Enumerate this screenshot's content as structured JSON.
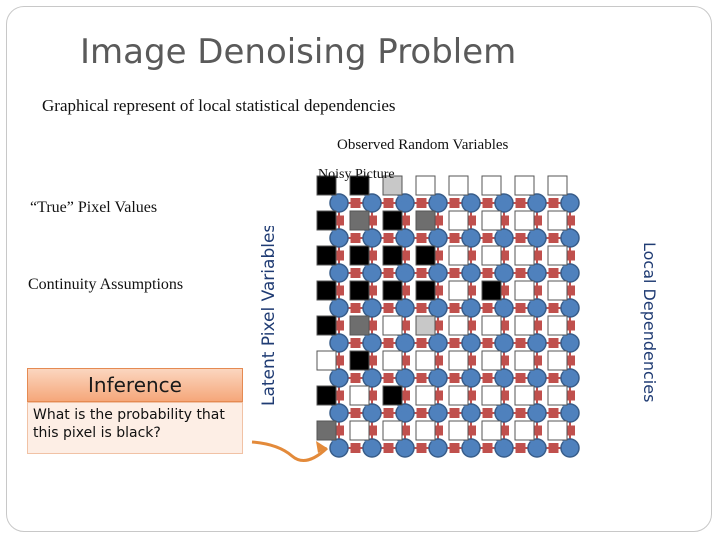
{
  "slide": {
    "title": "Image Denoising Problem",
    "subtitle": "Graphical represent of local statistical dependencies",
    "observed_label": "Observed Random Variables",
    "noisy_label": "Noisy Picture",
    "true_label": "“True” Pixel Values",
    "continuity_label": "Continuity Assumptions",
    "latent_label": "Latent Pixel Variables",
    "local_label": "Local Dependencies",
    "inference_title": "Inference",
    "inference_question": "What is the probability that this pixel is black?"
  },
  "colors": {
    "node_fill": "#4f81bd",
    "node_stroke": "#385d8a",
    "factor_fill": "#c0504d",
    "edge": "#4f81bd",
    "arrow": "#e38a3a",
    "black_pixel": "#000000",
    "gray_pixel": "#6e6e6e",
    "light_pixel": "#c8c8c8",
    "white_pixel": "#ffffff"
  },
  "grid": {
    "rows": 8,
    "cols": 8,
    "observed_shades": [
      [
        "black",
        "black",
        "light",
        "white",
        "white",
        "white",
        "white",
        "white"
      ],
      [
        "black",
        "gray",
        "black",
        "gray",
        "white",
        "white",
        "white",
        "white"
      ],
      [
        "black",
        "black",
        "black",
        "black",
        "white",
        "white",
        "white",
        "white"
      ],
      [
        "black",
        "black",
        "black",
        "black",
        "white",
        "black",
        "white",
        "white"
      ],
      [
        "black",
        "gray",
        "white",
        "light",
        "white",
        "white",
        "white",
        "white"
      ],
      [
        "white",
        "black",
        "white",
        "white",
        "white",
        "white",
        "white",
        "white"
      ],
      [
        "black",
        "white",
        "black",
        "white",
        "white",
        "white",
        "white",
        "white"
      ],
      [
        "gray",
        "white",
        "white",
        "white",
        "white",
        "white",
        "white",
        "white"
      ]
    ]
  }
}
